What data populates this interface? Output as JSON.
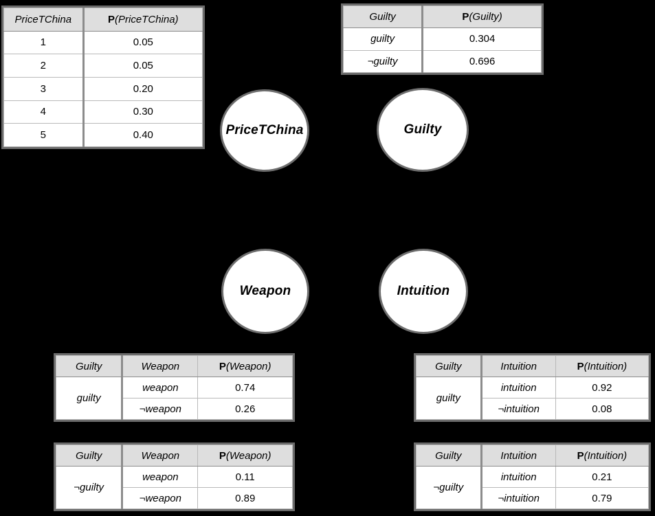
{
  "diagram": {
    "title": "Bayesian network with conditional probability tables",
    "background_color": "#000000",
    "node_fill": "#ffffff",
    "node_border": "#6e6e6e",
    "table_header_fill": "#dedede",
    "table_border": "#6b6b6b"
  },
  "nodes": [
    {
      "id": "price",
      "label": "PriceTChina"
    },
    {
      "id": "guilty",
      "label": "Guilty"
    },
    {
      "id": "weapon",
      "label": "Weapon"
    },
    {
      "id": "intuition",
      "label": "Intuition"
    }
  ],
  "tables": {
    "price_prior": {
      "headers": [
        "PriceTChina",
        "P(PriceTChina)"
      ],
      "header_prob_prefix": "P",
      "header_prob_arg": "(PriceTChina)",
      "rows": [
        {
          "value": "1",
          "prob": "0.05"
        },
        {
          "value": "2",
          "prob": "0.05"
        },
        {
          "value": "3",
          "prob": "0.20"
        },
        {
          "value": "4",
          "prob": "0.30"
        },
        {
          "value": "5",
          "prob": "0.40"
        }
      ]
    },
    "guilty_prior": {
      "headers": [
        "Guilty",
        "P(Guilty)"
      ],
      "header_prob_prefix": "P",
      "header_prob_arg": "(Guilty)",
      "rows": [
        {
          "value": "guilty",
          "prob": "0.304"
        },
        {
          "value": "¬guilty",
          "prob": "0.696"
        }
      ]
    },
    "weapon_given_guilty": {
      "headers": [
        "Guilty",
        "Weapon",
        "P(Weapon)"
      ],
      "header_prob_prefix": "P",
      "header_prob_arg": "(Weapon)",
      "condition": "guilty",
      "rows": [
        {
          "value": "weapon",
          "prob": "0.74"
        },
        {
          "value": "¬weapon",
          "prob": "0.26"
        }
      ]
    },
    "weapon_given_not_guilty": {
      "headers": [
        "Guilty",
        "Weapon",
        "P(Weapon)"
      ],
      "header_prob_prefix": "P",
      "header_prob_arg": "(Weapon)",
      "condition": "¬guilty",
      "rows": [
        {
          "value": "weapon",
          "prob": "0.11"
        },
        {
          "value": "¬weapon",
          "prob": "0.89"
        }
      ]
    },
    "intuition_given_guilty": {
      "headers": [
        "Guilty",
        "Intuition",
        "P(Intuition)"
      ],
      "header_prob_prefix": "P",
      "header_prob_arg": "(Intuition)",
      "condition": "guilty",
      "rows": [
        {
          "value": "intuition",
          "prob": "0.92"
        },
        {
          "value": "¬intuition",
          "prob": "0.08"
        }
      ]
    },
    "intuition_given_not_guilty": {
      "headers": [
        "Guilty",
        "Intuition",
        "P(Intuition)"
      ],
      "header_prob_prefix": "P",
      "header_prob_arg": "(Intuition)",
      "condition": "¬guilty",
      "rows": [
        {
          "value": "intuition",
          "prob": "0.21"
        },
        {
          "value": "¬intuition",
          "prob": "0.79"
        }
      ]
    }
  }
}
